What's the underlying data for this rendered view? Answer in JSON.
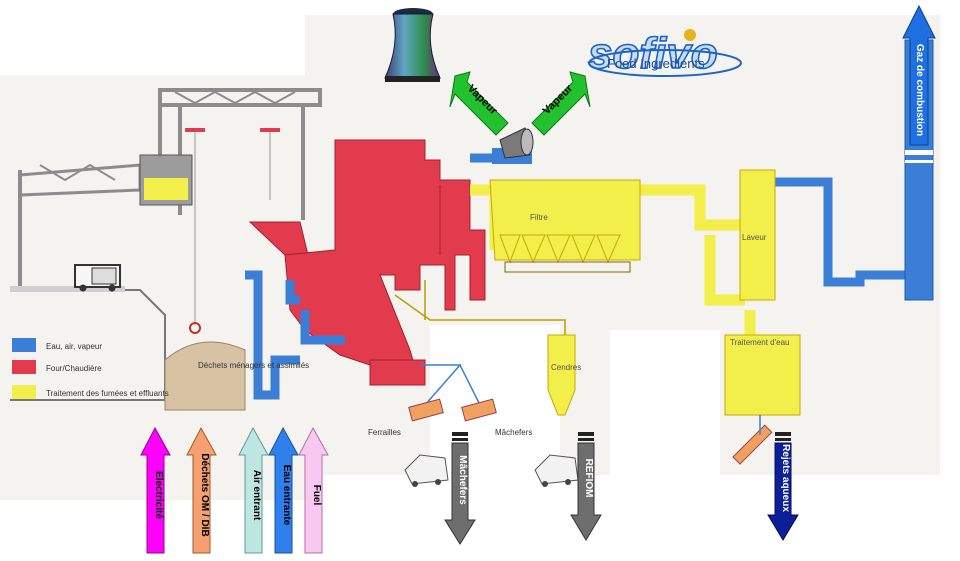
{
  "colors": {
    "water_air_steam": "#3a7fd5",
    "furnace_boiler": "#e23b4e",
    "flue_treatment": "#f2ee4a",
    "background": "#f4f3ef",
    "hopper": "#d8c2a4",
    "grey_structure": "#8c8c8c"
  },
  "logo": {
    "brand": "sofivo",
    "tagline": "Food Ingredients"
  },
  "legend": [
    {
      "label": "Eau, air, vapeur",
      "color": "#3a7fd5"
    },
    {
      "label": "Four/Chaudière",
      "color": "#e23b4e"
    },
    {
      "label": "Traitement des fumées et effluants",
      "color": "#f2ee4a"
    }
  ],
  "plant_labels": {
    "waste_pit": "Déchets ménagers et assimilés",
    "filter": "Filtre",
    "scrubber": "Laveur",
    "water_treatment": "Traitement d'eau",
    "ash": "Cendres",
    "scrap": "Ferrailles",
    "clinker": "Mâchefers"
  },
  "inputs": [
    {
      "label": "Electricité",
      "color": "#ff00ff"
    },
    {
      "label": "Déchets OM / DIB",
      "color": "#f4a070"
    },
    {
      "label": "Air entrant",
      "color": "#bfe7e2"
    },
    {
      "label": "Eau entrante",
      "color": "#2f80ed"
    },
    {
      "label": "Fuel",
      "color": "#f9c8f0"
    }
  ],
  "outputs_top": [
    {
      "label": "Vapeur",
      "color": "#22c22e"
    },
    {
      "label": "Vapeur",
      "color": "#22c22e"
    },
    {
      "label": "Gaz de combustion",
      "color": "#1e6fe0"
    }
  ],
  "outputs_bottom": [
    {
      "label": "Mâchefers",
      "color": "#6e6e6e"
    },
    {
      "label": "REFIOM",
      "color": "#6e6e6e"
    },
    {
      "label": "Rejets aqueux",
      "color": "#0c1f99"
    }
  ]
}
